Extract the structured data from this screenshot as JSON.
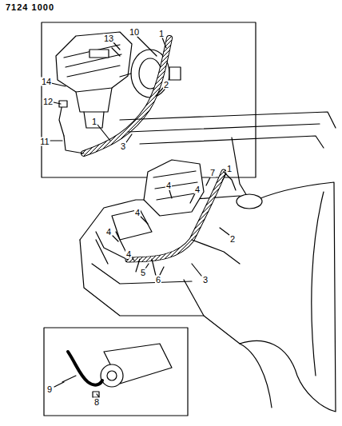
{
  "diagram": {
    "labels": [
      "7124 1000",
      "13",
      "10",
      "1",
      "14",
      "12",
      "2",
      "11",
      "1",
      "3",
      "4",
      "7",
      "1",
      "4",
      "2",
      "4",
      "4",
      "4",
      "5",
      "6",
      "3",
      "9",
      "8"
    ]
  }
}
